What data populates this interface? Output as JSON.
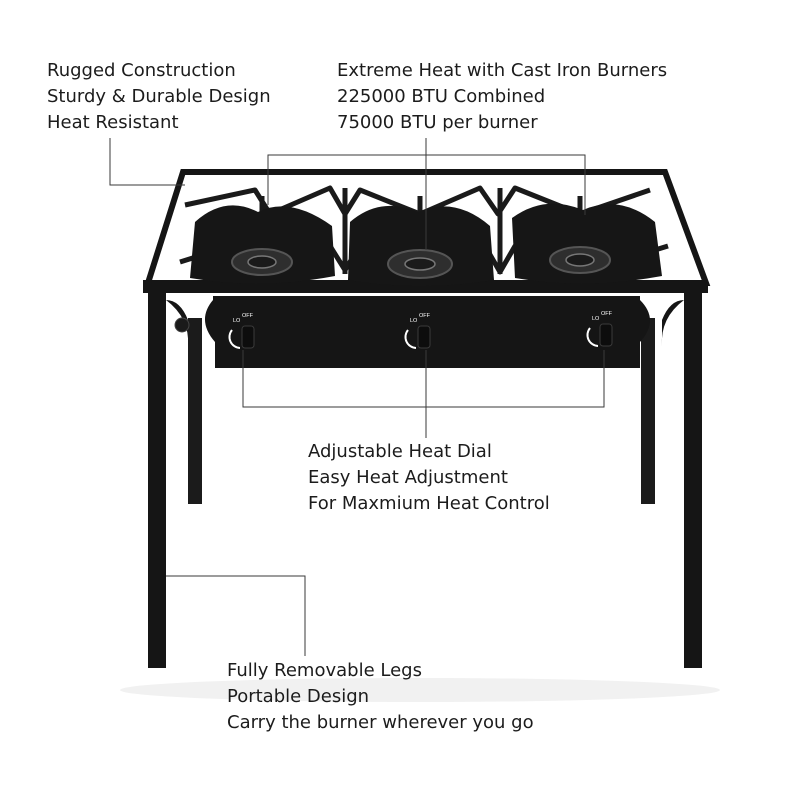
{
  "callouts": {
    "construction": [
      "Rugged Construction",
      "Sturdy & Durable Design",
      "Heat Resistant"
    ],
    "heat": [
      "Extreme Heat with Cast Iron Burners",
      "225000 BTU Combined",
      "75000 BTU per burner"
    ],
    "dial": [
      "Adjustable Heat Dial",
      "Easy Heat Adjustment",
      "For Maxmium Heat Control"
    ],
    "legs": [
      "Fully Removable Legs",
      "Portable Design",
      "Carry the burner wherever you go"
    ]
  },
  "knob_labels": {
    "lo": "LO",
    "off": "OFF"
  },
  "colors": {
    "stove": "#151515",
    "leader_line": "#3a3a3a",
    "background": "#ffffff"
  }
}
